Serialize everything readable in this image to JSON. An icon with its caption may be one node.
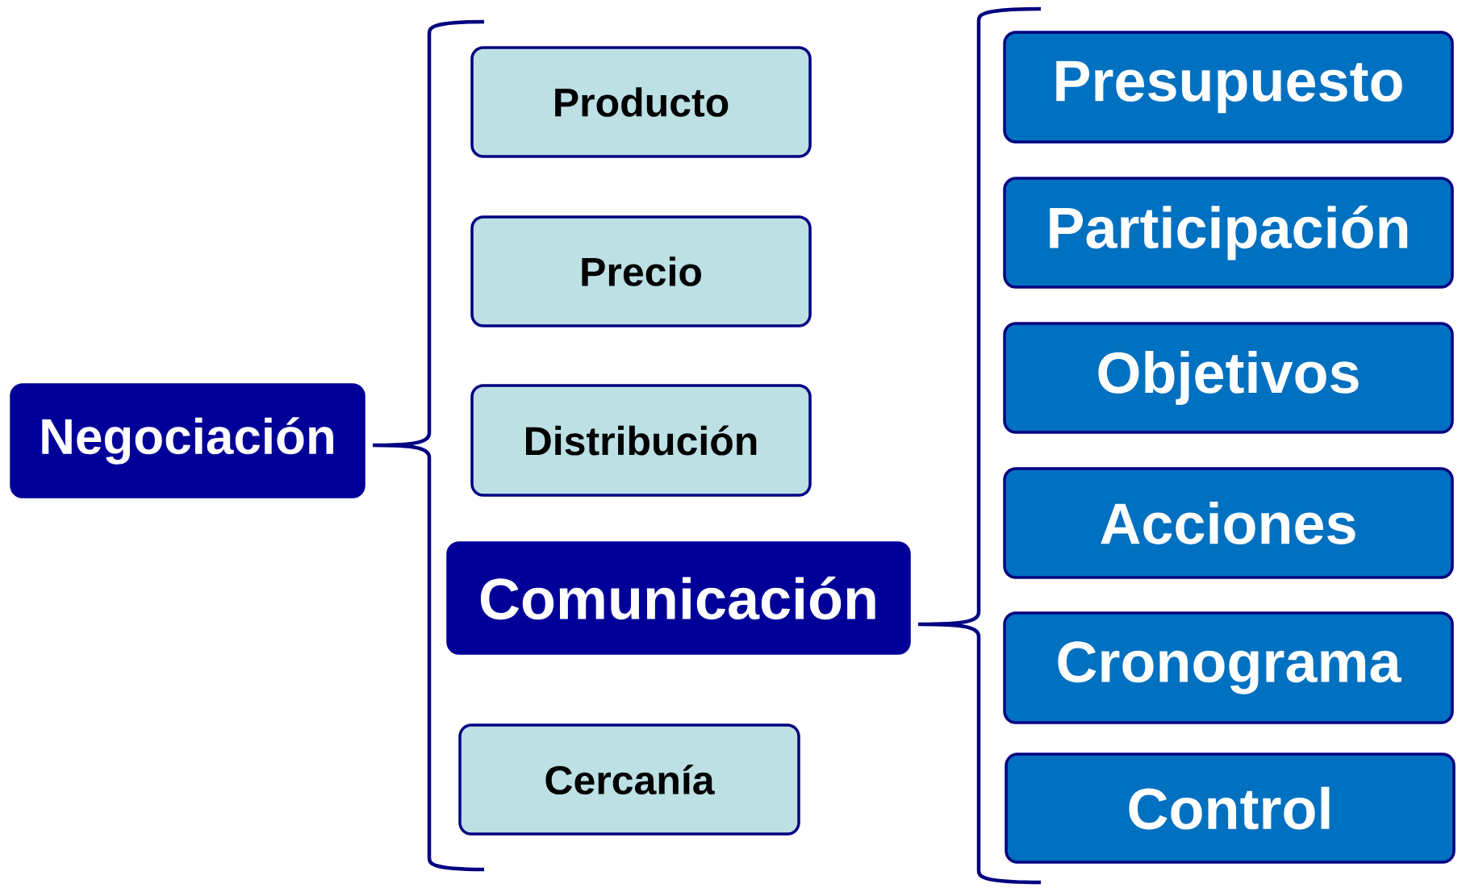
{
  "diagram": {
    "nodes": [
      {
        "text": [
          "Negociación"
        ]
      },
      {
        "text": [
          "Producto"
        ]
      },
      {
        "text": [
          "Precio"
        ]
      },
      {
        "text": [
          "Distribución"
        ]
      },
      {
        "text": [
          "Comunicación"
        ]
      },
      {
        "text": [
          "Cercanía"
        ]
      },
      {
        "text": [
          "Presupuesto"
        ]
      },
      {
        "text": [
          "Participación"
        ]
      },
      {
        "text": [
          "Objetivos"
        ]
      },
      {
        "text": [
          "Acciones"
        ]
      },
      {
        "text": [
          "Cronograma"
        ]
      },
      {
        "text": [
          "Control"
        ]
      }
    ]
  }
}
